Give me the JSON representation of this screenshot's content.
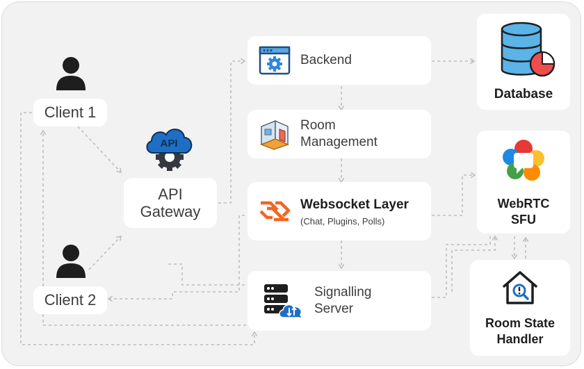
{
  "colors": {
    "panel_bg": "#f2f2f2",
    "box_bg": "#ffffff",
    "connector": "#bdbdbd",
    "api_blue": "#1e6fc4",
    "gear_dark": "#33393f",
    "websocket_orange": "#f26522",
    "db_blue": "#5bb3e8",
    "pie_red": "#ef4d4d"
  },
  "nodes": {
    "client1": {
      "label": "Client 1",
      "icon": "person-icon"
    },
    "client2": {
      "label": "Client 2",
      "icon": "person-icon"
    },
    "gateway": {
      "line1": "API",
      "line2": "Gateway",
      "icon": "api-cloud-gear-icon",
      "icon_text": "API"
    },
    "backend": {
      "label": "Backend",
      "icon": "gear-window-icon"
    },
    "room_management": {
      "line1": "Room",
      "line2": "Management",
      "icon": "room-icon"
    },
    "websocket": {
      "label": "Websocket Layer",
      "sublabel": "(Chat, Plugins, Polls)",
      "icon": "websocket-icon"
    },
    "signalling": {
      "line1": "Signalling",
      "line2": "Server",
      "icon": "server-cloud-icon"
    },
    "database": {
      "label": "Database",
      "icon": "database-chart-icon"
    },
    "webrtc": {
      "line1": "WebRTC",
      "line2": "SFU",
      "icon": "webrtc-logo-icon"
    },
    "room_state": {
      "line1": "Room State",
      "line2": "Handler",
      "icon": "house-alert-icon"
    }
  }
}
